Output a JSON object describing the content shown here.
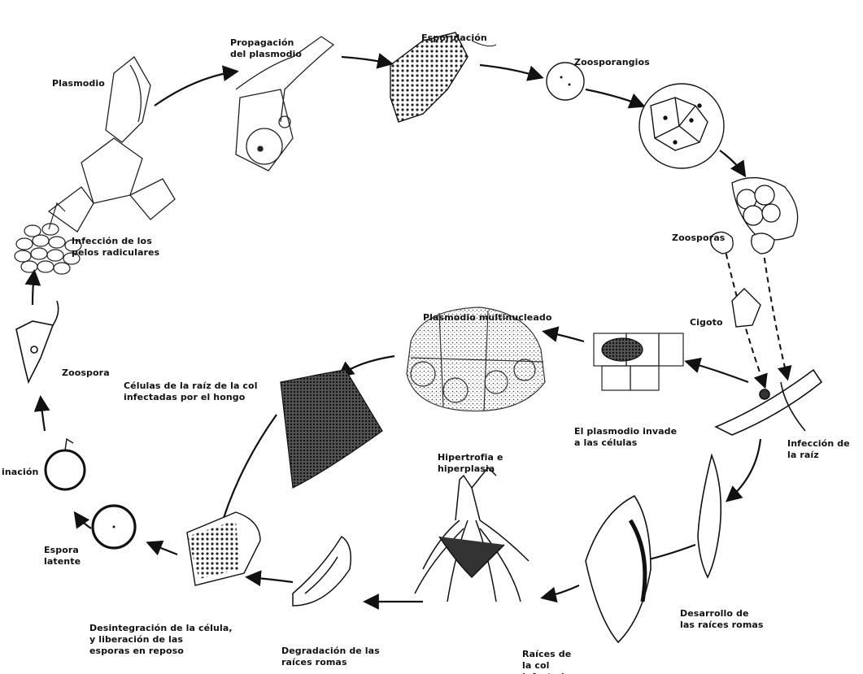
{
  "labels": {
    "plasmodio": [
      "Plasmodio"
    ],
    "propagacion": [
      "Propagación",
      "del plasmodio"
    ],
    "esporulacion": [
      "Esporulación"
    ],
    "zoosporangios": [
      "Zoosporangios"
    ],
    "zoosporas": [
      "Zoosporas"
    ],
    "cigoto": [
      "Cigoto"
    ],
    "infeccion_raiz": [
      "Infección de",
      "la raíz"
    ],
    "infeccion_pelos": [
      "Infección de los",
      "pelos radiculares"
    ],
    "zoospora": [
      "Zoospora"
    ],
    "germinacion": [
      "inación"
    ],
    "espora_latente": [
      "Espora",
      "latente"
    ],
    "plasmodio_multinucleado": [
      "Plasmodio multinucleado"
    ],
    "celulas_raiz": [
      "Células de la raíz de la col",
      "infectadas por el hongo"
    ],
    "plasmodio_invade": [
      "El plasmodio invade",
      "a las células"
    ],
    "hipertrofia": [
      "Hipertrofia e",
      "hiperplasia"
    ],
    "desintegracion": [
      "Desintegración de la célula,",
      "y liberación de las",
      "esporas en reposo"
    ],
    "degradacion": [
      "Degradación de las",
      "raíces romas"
    ],
    "raices_col": [
      "Raíces de",
      "la col",
      "infectadas"
    ],
    "desarrollo": [
      "Desarrollo de",
      "las raíces romas"
    ]
  },
  "colors": {
    "ink": "#111111",
    "paper": "#ffffff"
  }
}
